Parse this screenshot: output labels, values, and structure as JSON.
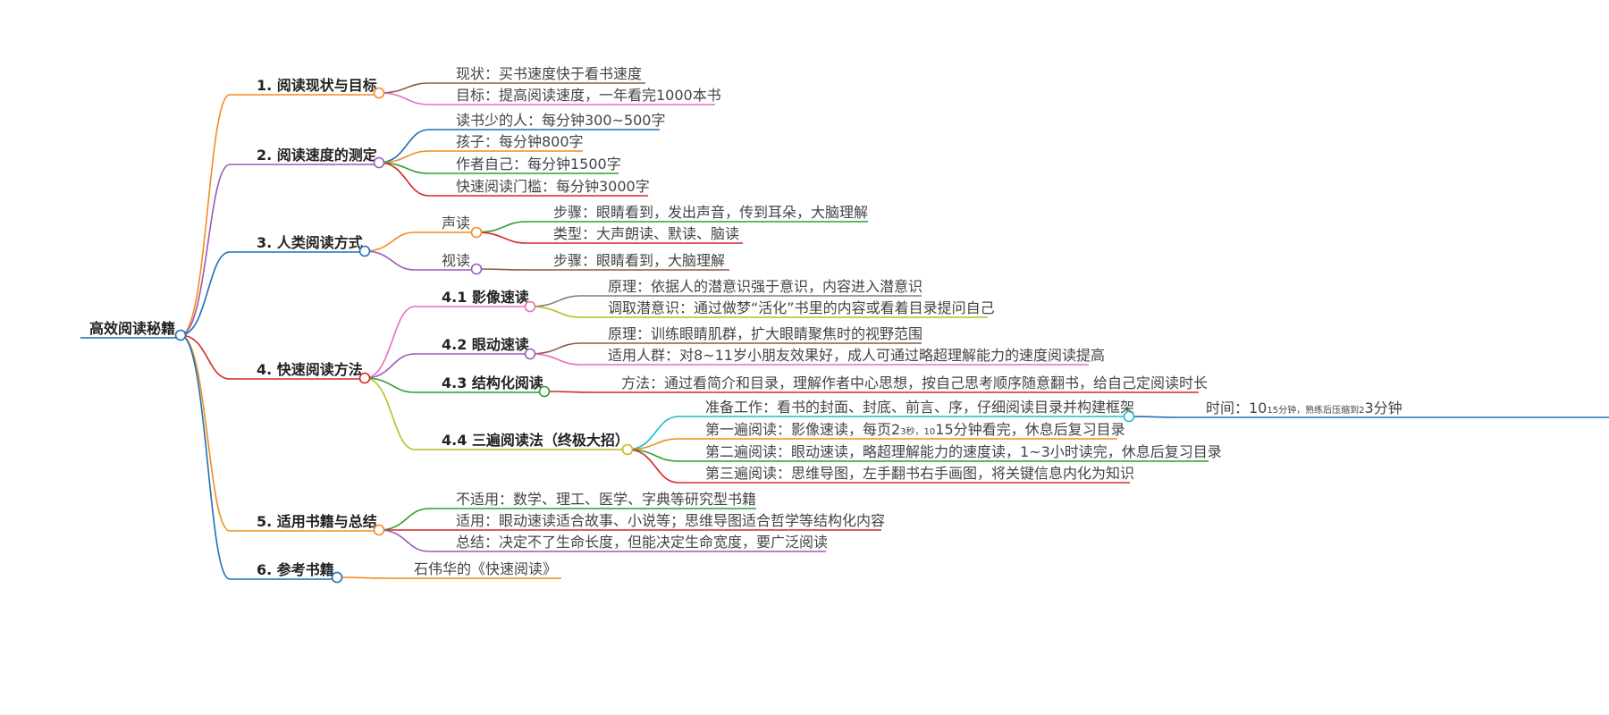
{
  "root": {
    "label": "高效阅读秘籍",
    "color": "#1f6fb5",
    "children": [
      {
        "label": "1. 阅读现状与目标",
        "color": "#f28b1f",
        "children": [
          {
            "label": "现状：买书速度快于看书速度",
            "color": "#8b5a4b"
          },
          {
            "label": "目标：提高阅读速度，一年看完1000本书",
            "color": "#e86bc3"
          }
        ]
      },
      {
        "label": "2. 阅读速度的测定",
        "color": "#9b59b6",
        "children": [
          {
            "label": "读书少的人：每分钟300~500字",
            "color": "#1f6fb5"
          },
          {
            "label": "孩子：每分钟800字",
            "color": "#f28b1f"
          },
          {
            "label": "作者自己：每分钟1500字",
            "color": "#2ca02c"
          },
          {
            "label": "快速阅读门槛：每分钟3000字",
            "color": "#d62728"
          }
        ]
      },
      {
        "label": "3. 人类阅读方式",
        "color": "#1f6fb5",
        "children": [
          {
            "label": "声读",
            "color": "#f28b1f",
            "children": [
              {
                "label": "步骤：眼睛看到，发出声音，传到耳朵，大脑理解",
                "color": "#2ca02c"
              },
              {
                "label": "类型：大声朗读、默读、脑读",
                "color": "#d62728"
              }
            ]
          },
          {
            "label": "视读",
            "color": "#9b59b6",
            "children": [
              {
                "label": "步骤：眼睛看到，大脑理解",
                "color": "#8b5a4b"
              }
            ]
          }
        ]
      },
      {
        "label": "4. 快速阅读方法",
        "color": "#d62728",
        "children": [
          {
            "label": "4.1 影像速读",
            "color": "#e86bc3",
            "children": [
              {
                "label": "原理：依据人的潜意识强于意识，内容进入潜意识",
                "color": "#7f7f7f"
              },
              {
                "label": "调取潜意识：通过做梦“活化”书里的内容或看着目录提问自己",
                "color": "#bcbd22"
              }
            ]
          },
          {
            "label": "4.2 眼动速读",
            "color": "#9b59b6",
            "children": [
              {
                "label": "原理：训练眼睛肌群，扩大眼睛聚焦时的视野范围",
                "color": "#8b5a4b"
              },
              {
                "label": "适用人群：对8~11岁小朋友效果好，成人可通过略超理解能力的速度阅读提高",
                "color": "#e86bc3"
              }
            ]
          },
          {
            "label": "4.3 结构化阅读",
            "color": "#2ca02c",
            "children": [
              {
                "label": "方法：通过看简介和目录，理解作者中心思想，按自己思考顺序随意翻书，给自己定阅读时长",
                "color": "#d62728"
              }
            ]
          },
          {
            "label": "4.4 三遍阅读法（终极大招）",
            "color": "#bcbd22",
            "children": [
              {
                "label": "准备工作：看书的封面、封底、前言、序，仔细阅读目录并构建框架",
                "color": "#17becf",
                "children": [
                  {
                    "color": "#1f6fb5",
                    "parts": [
                      {
                        "t": "时间：10",
                        "small": false
                      },
                      {
                        "t": "15分钟，熟练后压缩到2",
                        "small": true
                      },
                      {
                        "t": "3分钟",
                        "small": false
                      }
                    ]
                  }
                ]
              },
              {
                "color": "#f28b1f",
                "parts": [
                  {
                    "t": "第一遍阅读：影像速读，每页2",
                    "small": false
                  },
                  {
                    "t": "3秒，10",
                    "small": true
                  },
                  {
                    "t": "15分钟看完，休息后复习目录",
                    "small": false
                  }
                ]
              },
              {
                "label": "第二遍阅读：眼动速读，略超理解能力的速度读，1~3小时读完，休息后复习目录",
                "color": "#2ca02c"
              },
              {
                "label": "第三遍阅读：思维导图，左手翻书右手画图，将关键信息内化为知识",
                "color": "#d62728"
              }
            ]
          }
        ]
      },
      {
        "label": "5. 适用书籍与总结",
        "color": "#f28b1f",
        "children": [
          {
            "label": "不适用：数学、理工、医学、字典等研究型书籍",
            "color": "#2ca02c"
          },
          {
            "label": "适用：眼动速读适合故事、小说等；思维导图适合哲学等结构化内容",
            "color": "#d62728"
          },
          {
            "label": "总结：决定不了生命长度，但能决定生命宽度，要广泛阅读",
            "color": "#9b59b6"
          }
        ]
      },
      {
        "label": "6. 参考书籍",
        "color": "#1f6fb5",
        "children": [
          {
            "label": "石伟华的《快速阅读》",
            "color": "#f28b1f"
          }
        ]
      }
    ]
  }
}
